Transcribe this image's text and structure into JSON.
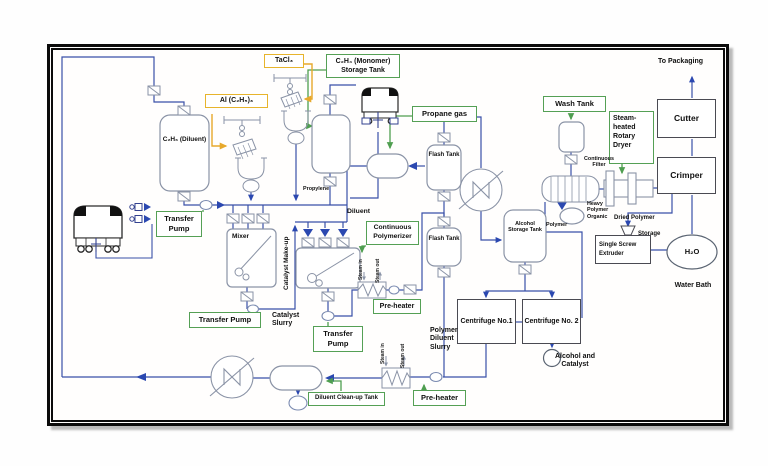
{
  "colors": {
    "pipe": "#3950a8",
    "green": "#4f9e50",
    "orange": "#e7a92c",
    "equipment": "#8a93a6"
  },
  "boxes": {
    "tacl": "TaCl₃",
    "al": "Al (C₂H₅)₃",
    "monomer_tank": "C₂H₄ (Monomer) Storage Tank",
    "propane": "Propane gas",
    "wash": "Wash Tank",
    "dryer": "Steam-heated Rotary Dryer",
    "transfer1": "Transfer Pump",
    "transfer2": "Transfer Pump",
    "transfer3": "Transfer Pump",
    "polymerizer": "Continuous Polymerizer",
    "preheater1": "Pre-heater",
    "preheater2": "Pre-heater",
    "cleanup": "Diluent Clean-up Tank",
    "cutter": "Cutter",
    "crimper": "Crimper",
    "extruder": "Single Screw Extruder",
    "centrifuge1": "Centrifuge No.1",
    "centrifuge2": "Centrifuge No. 2"
  },
  "vessels": {
    "diluent_tank": "C₂H₆ (Diluent)",
    "flash1": "Flash Tank",
    "flash2": "Flash Tank",
    "mixer": "Mixer",
    "alcohol_tank": "Alcohol Storage Tank",
    "h2o": "H₂O"
  },
  "labels": {
    "to_packaging": "To Packaging",
    "propylene": "Propylene",
    "diluent": "Diluent",
    "continuous_filter": "Continuous Filter",
    "heavy_polymer": "Heavy Polymer Organic",
    "polymer": "Polymer",
    "dried_polymer": "Dried Polymer",
    "storage": "Storage",
    "water_bath": "Water Bath",
    "catalyst_makeup": "Catalyst Make-up",
    "catalyst_slurry": "Catalyst Slurry",
    "polymer_diluent_slurry": "Polymer Diluent Slurry",
    "alcohol_and_catalyst": "Alcohol and Catalyst",
    "steam_in_upper": "Steam in",
    "steam_out_upper": "Steam out",
    "steam_in_lower": "Steam in",
    "steam_out_lower": "Steam out"
  }
}
